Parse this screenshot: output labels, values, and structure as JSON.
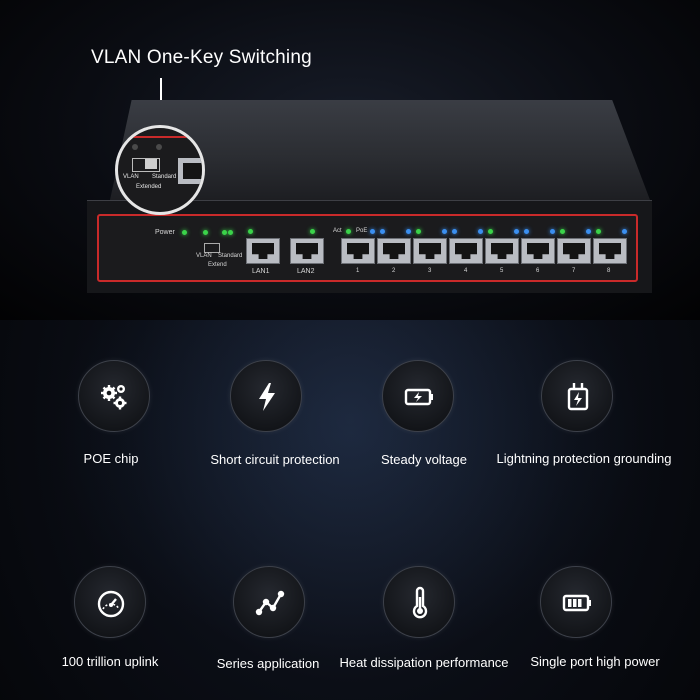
{
  "headline": "VLAN One-Key Switching",
  "device": {
    "power_label": "Power",
    "act_label": "Act",
    "poe_label": "PoE",
    "switch_labels": [
      "VLAN",
      "Standard",
      "Extend"
    ],
    "zoom_labels": [
      "VLAN",
      "Standard",
      "Extended"
    ],
    "lan_ports": [
      "LAN1",
      "LAN2"
    ],
    "poe_ports": [
      "1",
      "2",
      "3",
      "4",
      "5",
      "6",
      "7",
      "8"
    ],
    "colors": {
      "panel_border": "#c92a2a",
      "led_green": "#3bd34a",
      "led_blue": "#3b8ff0"
    }
  },
  "features": [
    {
      "label": "POE chip",
      "icon": "gears-icon"
    },
    {
      "label": "Short circuit protection",
      "icon": "lightning-bolt-icon"
    },
    {
      "label": "Steady voltage",
      "icon": "battery-charging-icon"
    },
    {
      "label": "Lightning protection grounding",
      "icon": "plug-lightning-icon"
    },
    {
      "label": "100 trillion uplink",
      "icon": "speedometer-icon"
    },
    {
      "label": "Series application",
      "icon": "connected-nodes-icon"
    },
    {
      "label": "Heat dissipation performance",
      "icon": "thermometer-icon"
    },
    {
      "label": "Single port high power",
      "icon": "battery-full-icon"
    }
  ]
}
